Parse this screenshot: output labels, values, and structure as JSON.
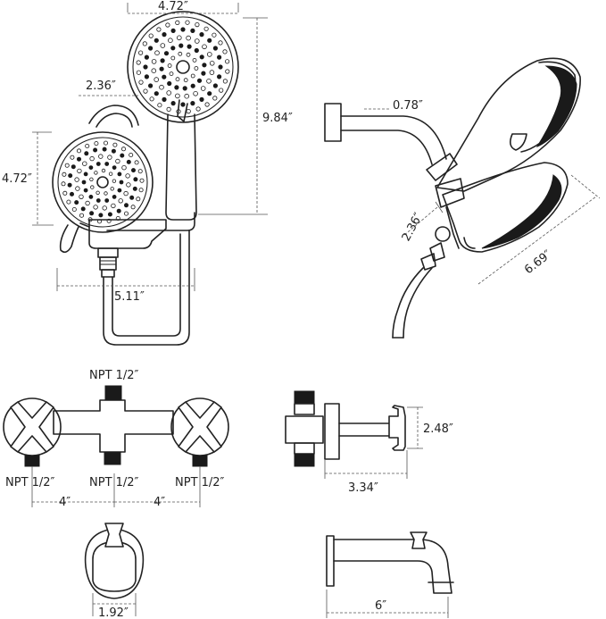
{
  "dimensions": {
    "top_head_width": "4.72″",
    "head_offset": "2.36″",
    "overall_height": "9.84″",
    "lower_head_height": "4.72″",
    "hose_width": "5.11″",
    "arm_projection": "0.78″",
    "side_offset": "2.36″",
    "side_length": "6.69″",
    "valve_height": "2.48″",
    "valve_depth": "3.34″",
    "spout_diverter_width": "1.92″",
    "spout_length": "6″"
  },
  "valve_labels": {
    "top_inlet": "NPT 1/2″",
    "left_port": "NPT 1/2″",
    "center_port": "NPT 1/2″",
    "right_port": "NPT 1/2″",
    "spacing_left": "4″",
    "spacing_right": "4″"
  }
}
